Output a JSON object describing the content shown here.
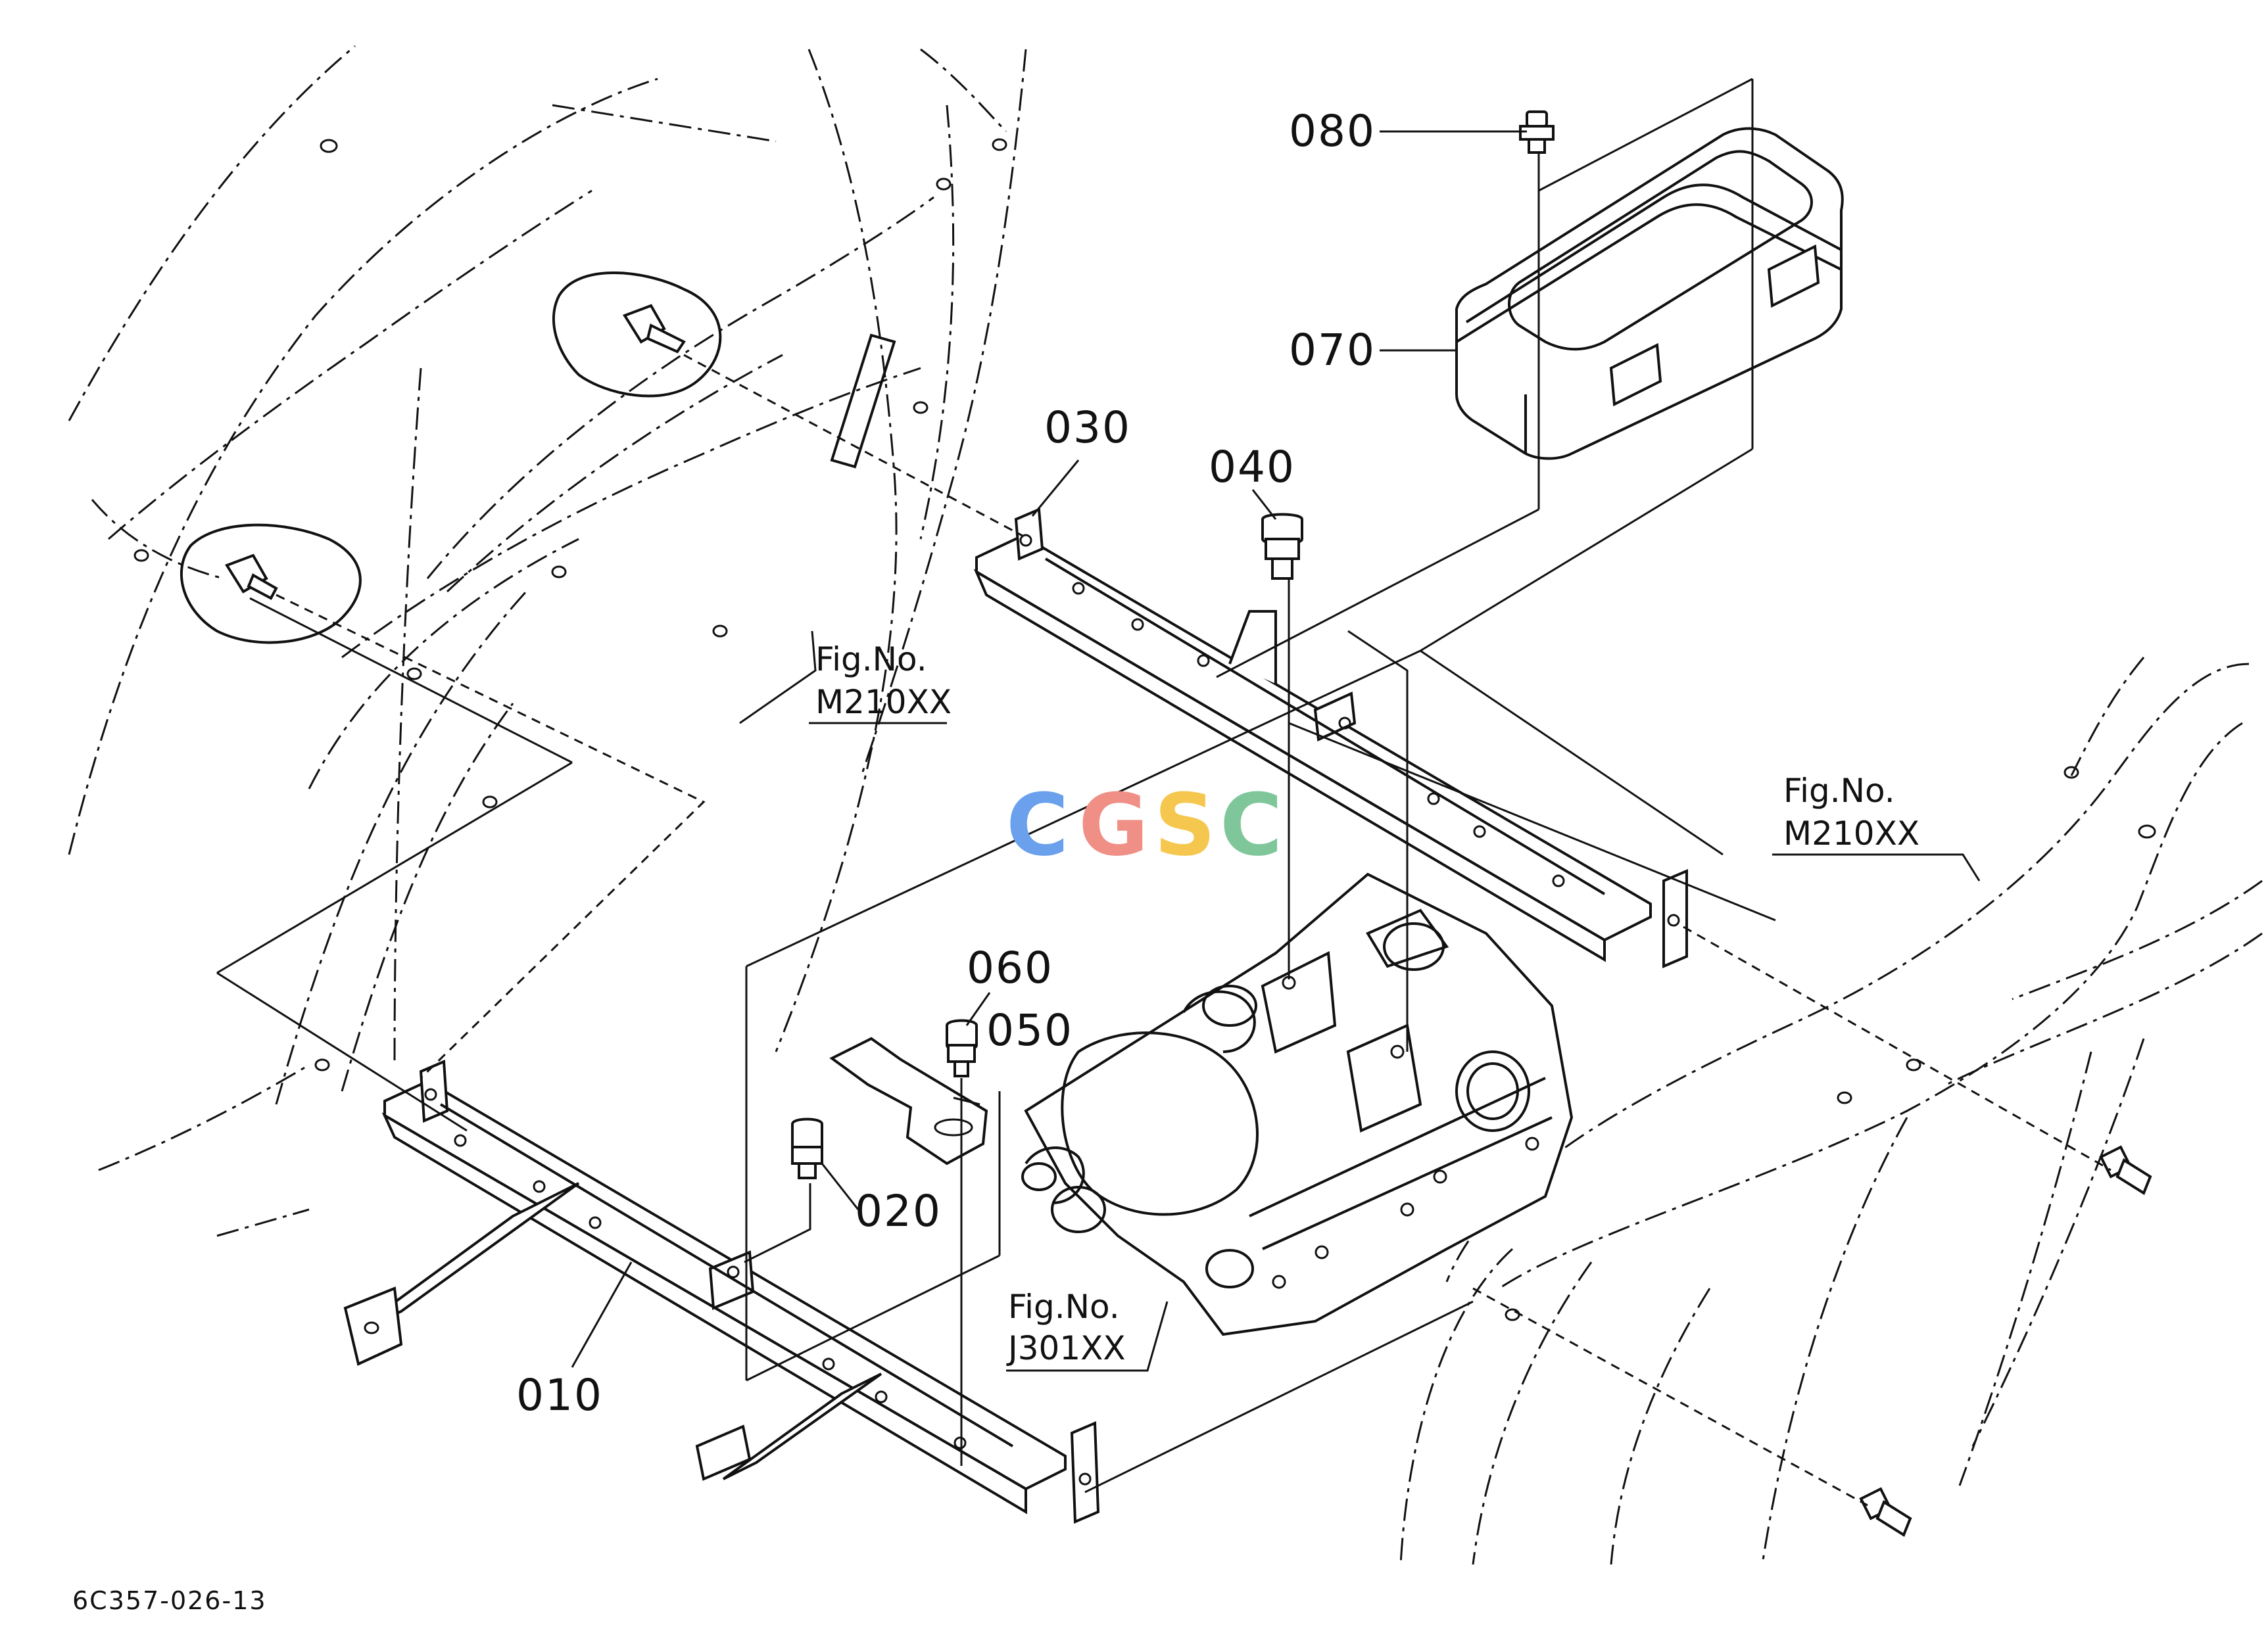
{
  "parts": {
    "p010": "010",
    "p020": "020",
    "p030": "030",
    "p040": "040",
    "p050": "050",
    "p060": "060",
    "p070": "070",
    "p080": "080"
  },
  "references": {
    "fig_no_label": "Fig.No.",
    "left_fig": "M210XX",
    "right_fig": "M210XX",
    "center_fig": "J301XX"
  },
  "watermark": {
    "letters": [
      "C",
      "G",
      "S",
      "C"
    ],
    "colors": [
      "#6aa0ec",
      "#ef8f86",
      "#f5c74f",
      "#7fc79b"
    ]
  },
  "drawing_code": "6C357-026-13"
}
